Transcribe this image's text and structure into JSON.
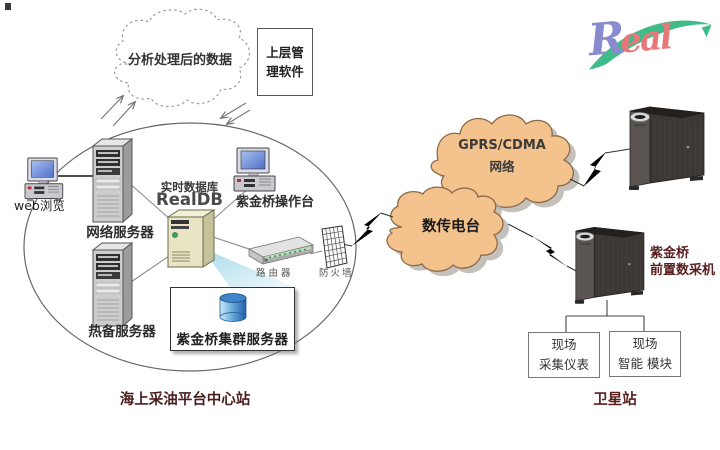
{
  "logo": {
    "part1": "R",
    "part2": "eal"
  },
  "top_cloud": {
    "label": "分析处理后的数据"
  },
  "management_box": {
    "line1": "上层管",
    "line2": "理软件"
  },
  "center_station": {
    "caption": "海上采油平台中心站",
    "web_browse": "web浏览",
    "network_server": "网络服务器",
    "hot_backup_server": "热备服务器",
    "realdb_line1": "实时数据库",
    "realdb_line2": "RealDB",
    "operator_console": "紫金桥操作台",
    "router": "路由器",
    "firewall": "防火墙",
    "cluster_server": "紫金桥集群服务器"
  },
  "wan": {
    "gprs_line1": "GPRS/CDMA",
    "gprs_line2": "网络",
    "radio": "数传电台"
  },
  "satellite_station": {
    "caption": "卫星站",
    "front_machine_line1": "紫金桥",
    "front_machine_line2": "前置数采机",
    "instrument_box_line1": "现场",
    "instrument_box_line2": "采集仪表",
    "module_box_line1": "现场",
    "module_box_line2": "智能 模块"
  },
  "colors": {
    "cloud_fill": "#f4c28c",
    "cloud_stroke": "#8a6a48",
    "station_caption": "#4a1c1c",
    "satellite_caption": "#5a2020",
    "logo_r": "#8a8ace",
    "logo_eal": "#e87878",
    "logo_swoosh": "#3fbb8a",
    "beam": "#aadded"
  }
}
